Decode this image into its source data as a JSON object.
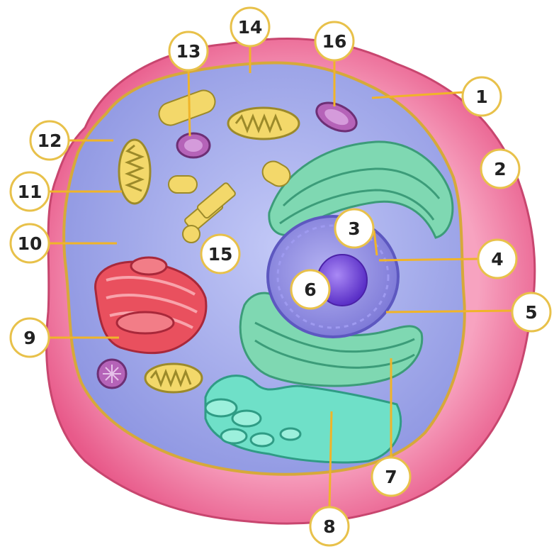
{
  "diagram": {
    "colors": {
      "cell_wall": "#f06a96",
      "cell_wall_dark": "#c8466f",
      "membrane": "#d6a93a",
      "cytoplasm": "#a9b2ef",
      "nucleus": "#8a86e0",
      "nucleolus": "#6f44d8",
      "golgi": "#e9505e",
      "er_rough": "#7fd8b2",
      "er_smooth": "#6fe0c8",
      "mitochondria": "#f3d86a",
      "vacuole": "#b563b8",
      "label_ring": "#e8c14a",
      "leader_line": "#f0b429"
    },
    "labels": [
      {
        "id": "1",
        "text": "1"
      },
      {
        "id": "2",
        "text": "2"
      },
      {
        "id": "3",
        "text": "3"
      },
      {
        "id": "4",
        "text": "4"
      },
      {
        "id": "5",
        "text": "5"
      },
      {
        "id": "6",
        "text": "6"
      },
      {
        "id": "7",
        "text": "7"
      },
      {
        "id": "8",
        "text": "8"
      },
      {
        "id": "9",
        "text": "9"
      },
      {
        "id": "10",
        "text": "10"
      },
      {
        "id": "11",
        "text": "11"
      },
      {
        "id": "12",
        "text": "12"
      },
      {
        "id": "13",
        "text": "13"
      },
      {
        "id": "14",
        "text": "14"
      },
      {
        "id": "15",
        "text": "15"
      },
      {
        "id": "16",
        "text": "16"
      }
    ]
  }
}
